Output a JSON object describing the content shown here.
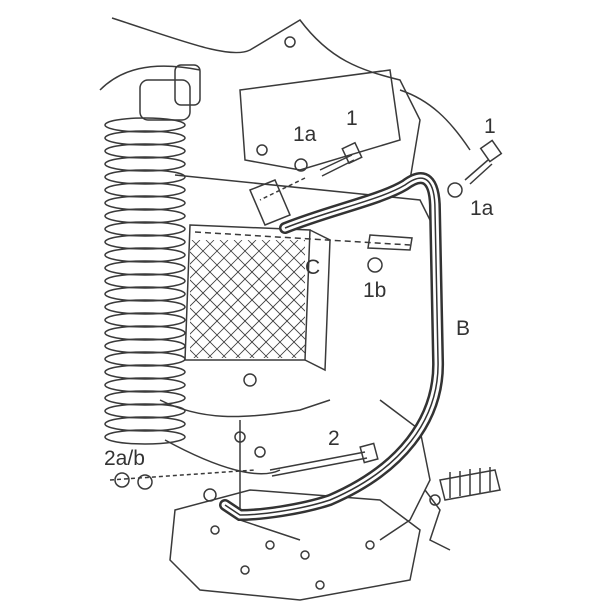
{
  "diagram": {
    "labels": {
      "bolt_top_center": "1",
      "washer_top_center": "1a",
      "bolt_top_right": "1",
      "washer_top_right": "1a",
      "bracket": "C",
      "nut_center": "1b",
      "crash_bar": "B",
      "bolt_lower": "2",
      "washer_lower_left": "2a/b"
    },
    "colors": {
      "line": "#3a3a3a",
      "bar_fill": "#ffffff"
    }
  }
}
